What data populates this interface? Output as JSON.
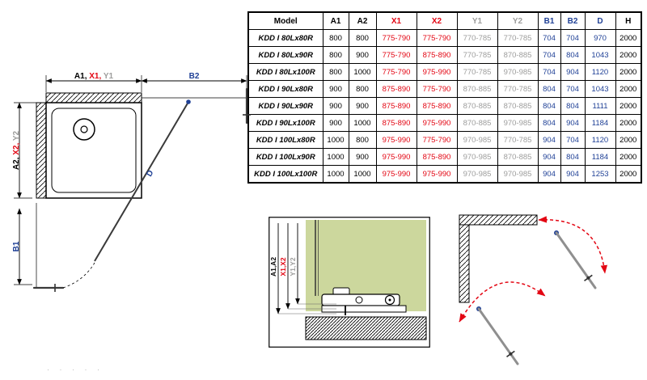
{
  "colors": {
    "red": "#e30613",
    "blue": "#1f4096",
    "gray": "#9d9d9c",
    "black": "#000000",
    "green": "#ccd79d"
  },
  "table": {
    "headers": [
      {
        "label": "Model",
        "color": "#000000"
      },
      {
        "label": "A1",
        "color": "#000000"
      },
      {
        "label": "A2",
        "color": "#000000"
      },
      {
        "label": "X1",
        "color": "#e30613"
      },
      {
        "label": "X2",
        "color": "#e30613"
      },
      {
        "label": "Y1",
        "color": "#9d9d9c"
      },
      {
        "label": "Y2",
        "color": "#9d9d9c"
      },
      {
        "label": "B1",
        "color": "#1f4096"
      },
      {
        "label": "B2",
        "color": "#1f4096"
      },
      {
        "label": "D",
        "color": "#1f4096"
      },
      {
        "label": "H",
        "color": "#000000"
      }
    ],
    "rows": [
      [
        "KDD I 80Lx80R",
        "800",
        "800",
        "775-790",
        "775-790",
        "770-785",
        "770-785",
        "704",
        "704",
        "970",
        "2000"
      ],
      [
        "KDD I 80Lx90R",
        "800",
        "900",
        "775-790",
        "875-890",
        "770-785",
        "870-885",
        "704",
        "804",
        "1043",
        "2000"
      ],
      [
        "KDD I 80Lx100R",
        "800",
        "1000",
        "775-790",
        "975-990",
        "770-785",
        "970-985",
        "704",
        "904",
        "1120",
        "2000"
      ],
      [
        "KDD I 90Lx80R",
        "900",
        "800",
        "875-890",
        "775-790",
        "870-885",
        "770-785",
        "804",
        "704",
        "1043",
        "2000"
      ],
      [
        "KDD I 90Lx90R",
        "900",
        "900",
        "875-890",
        "875-890",
        "870-885",
        "870-885",
        "804",
        "804",
        "1111",
        "2000"
      ],
      [
        "KDD I 90Lx100R",
        "900",
        "1000",
        "875-890",
        "975-990",
        "870-885",
        "970-985",
        "804",
        "904",
        "1184",
        "2000"
      ],
      [
        "KDD I 100Lx80R",
        "1000",
        "800",
        "975-990",
        "775-790",
        "970-985",
        "770-785",
        "904",
        "704",
        "1120",
        "2000"
      ],
      [
        "KDD I 100Lx90R",
        "1000",
        "900",
        "975-990",
        "875-890",
        "970-985",
        "870-885",
        "904",
        "804",
        "1184",
        "2000"
      ],
      [
        "KDD I 100Lx100R",
        "1000",
        "1000",
        "975-990",
        "975-990",
        "970-985",
        "970-985",
        "904",
        "904",
        "1253",
        "2000"
      ]
    ]
  },
  "plan": {
    "top_label": [
      {
        "text": "A1, ",
        "color": "#000000"
      },
      {
        "text": "X1, ",
        "color": "#e30613"
      },
      {
        "text": "Y1",
        "color": "#9d9d9c"
      }
    ],
    "left_label": [
      {
        "text": "A2, ",
        "color": "#000000"
      },
      {
        "text": "X2, ",
        "color": "#e30613"
      },
      {
        "text": "Y2",
        "color": "#9d9d9c"
      }
    ],
    "b1_label": "B1",
    "b2_label": "B2",
    "diagonal_label": "D"
  },
  "section": {
    "labels": [
      {
        "text": "A1,A2",
        "color": "#000000"
      },
      {
        "text": "X1,X2",
        "color": "#e30613"
      },
      {
        "text": "Y1,Y2",
        "color": "#9d9d9c"
      }
    ]
  },
  "footer": {
    "marks": "· · · · ·"
  }
}
